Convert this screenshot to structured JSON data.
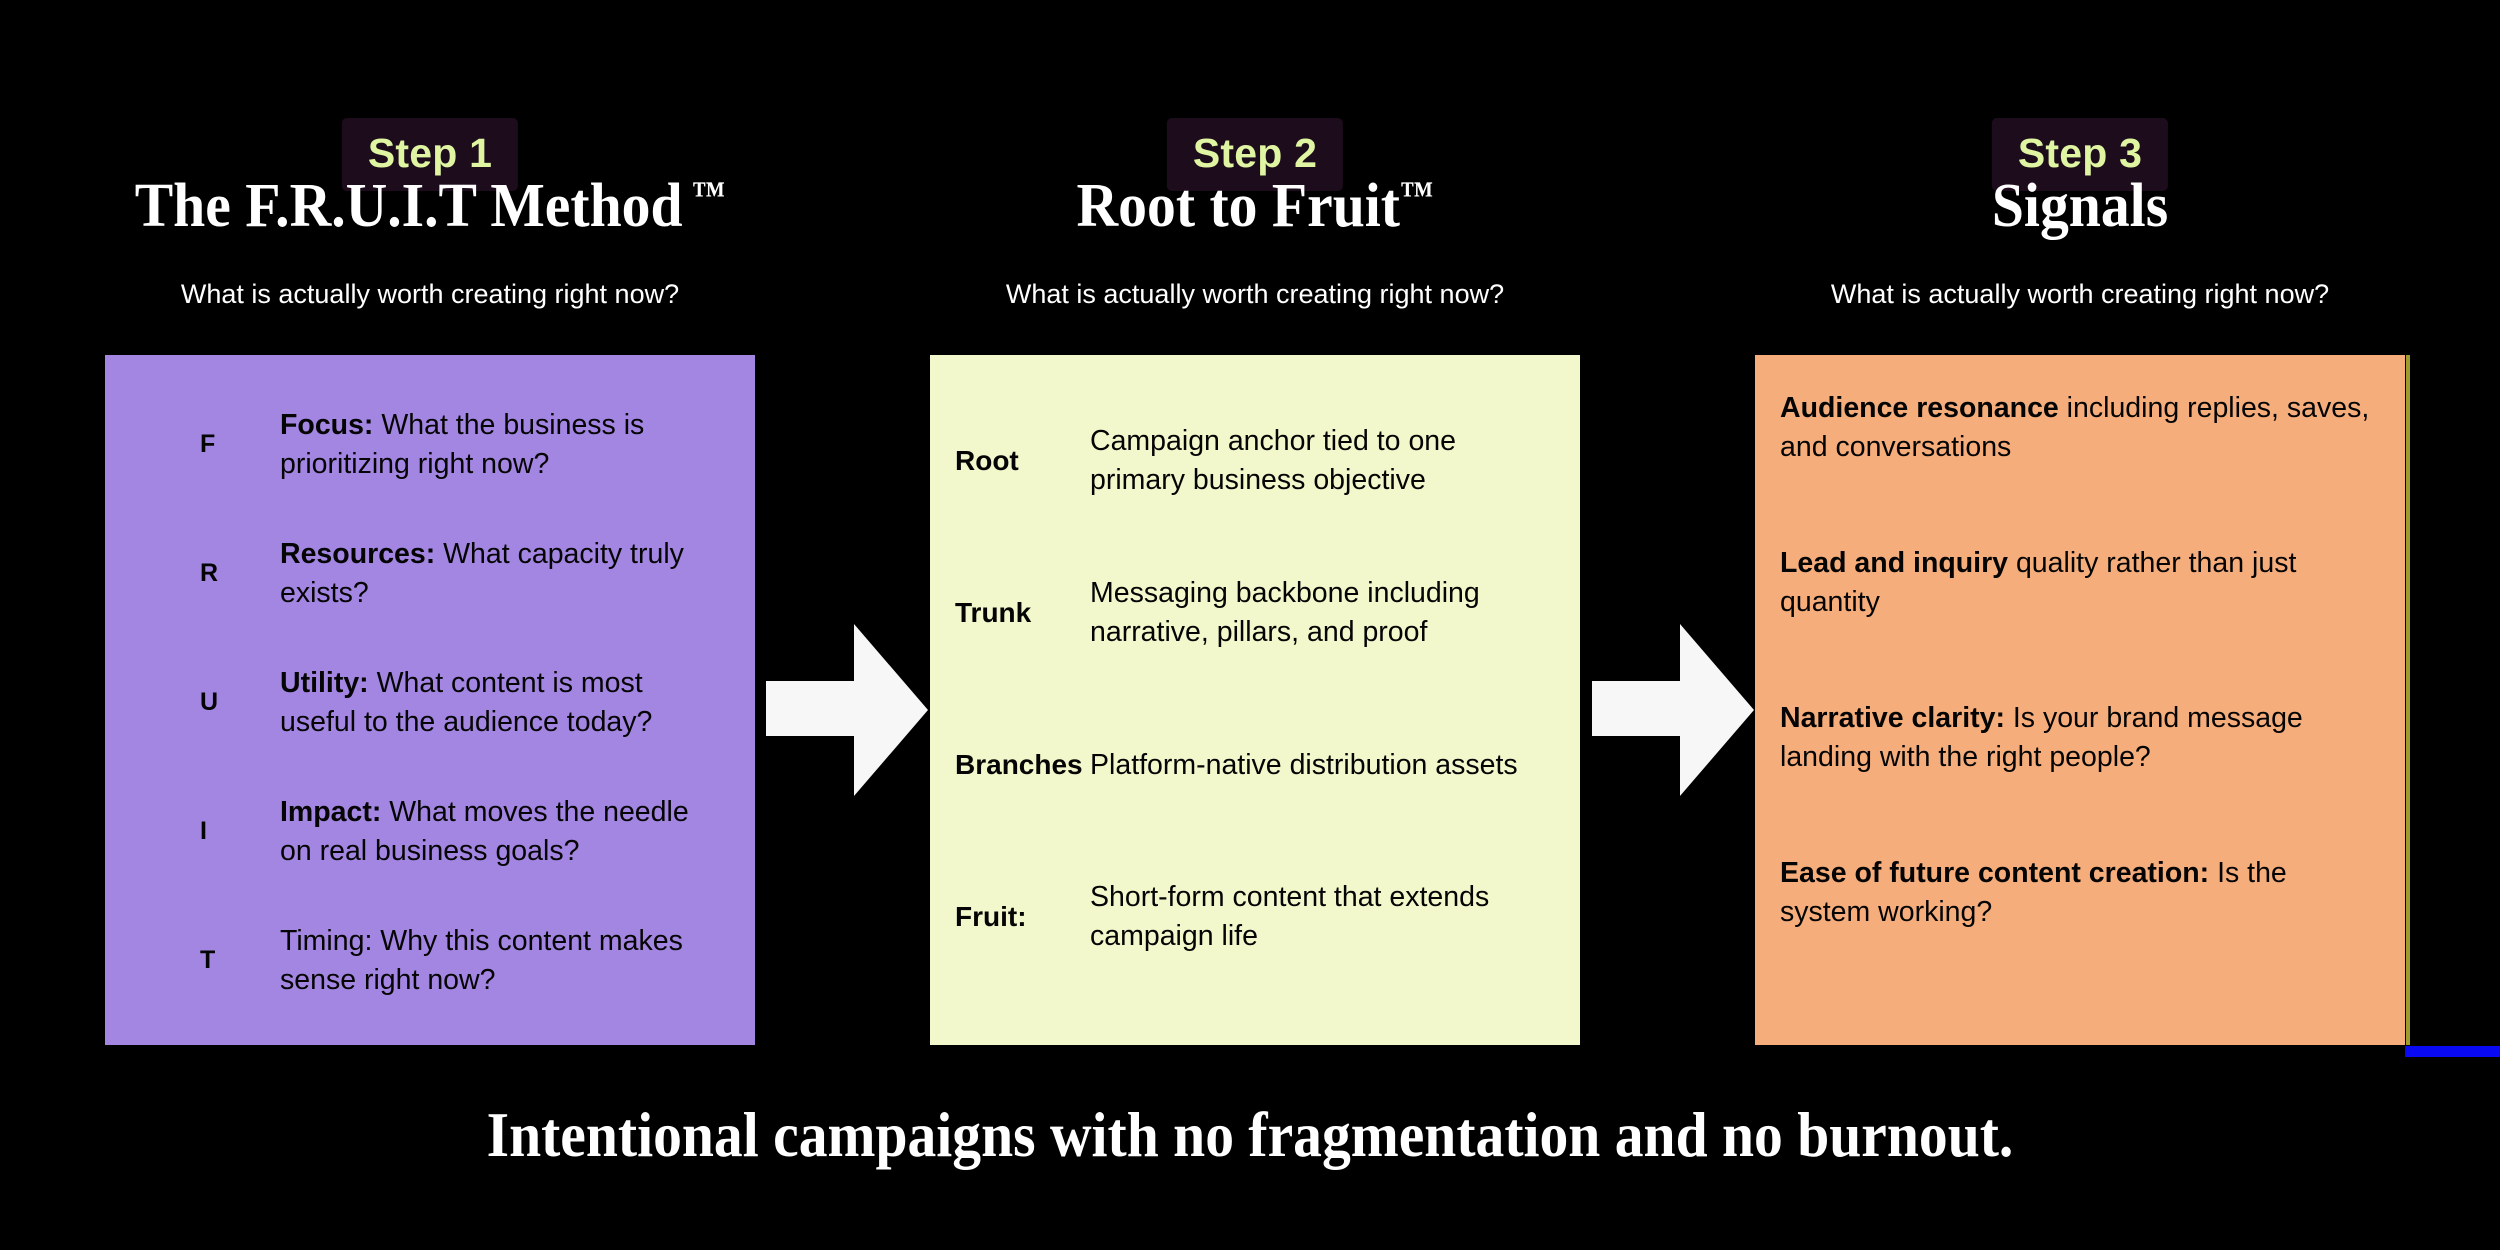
{
  "theme": {
    "background": "#000000",
    "badge_bg": "#1d0d1c",
    "badge_text": "#dff5a1",
    "heading_text": "#ffffff",
    "panel_purple": "#a385e2",
    "panel_cream": "#f2f8cb",
    "panel_orange": "#f6ad7c",
    "body_text": "#050505",
    "accent_blue": "#0a09f4"
  },
  "columns": [
    {
      "badge": "Step 1",
      "heading": "The F.R.U.I.T Method",
      "heading_tm": "™",
      "subtitle": "What is actually worth creating right now?",
      "panel_color": "#a385e2",
      "items": [
        {
          "key": "F",
          "bold_label": "Focus:",
          "text": " What the business is prioritizing right now?"
        },
        {
          "key": "R",
          "bold_label": "Resources:",
          "text": " What capacity truly exists?"
        },
        {
          "key": "U",
          "bold_label": "Utility:",
          "text": " What content is most useful to the audience today?"
        },
        {
          "key": "I",
          "bold_label": "Impact:",
          "text": " What moves the needle on real business goals?"
        },
        {
          "key": "T",
          "bold_label": "",
          "text": "Timing: Why this content makes sense right now?"
        }
      ]
    },
    {
      "badge": "Step 2",
      "heading": "Root to Fruit",
      "heading_tm": "™",
      "subtitle": "What is actually worth creating right now?",
      "panel_color": "#f2f8cb",
      "items": [
        {
          "key": "Root",
          "bold_label": "",
          "text": "Campaign anchor tied to one primary business objective"
        },
        {
          "key": "Trunk",
          "bold_label": "",
          "text": "Messaging backbone including narrative, pillars, and proof"
        },
        {
          "key": "Branches",
          "bold_label": "",
          "text": "Platform-native distribution assets"
        },
        {
          "key": "Fruit:",
          "bold_label": "",
          "text": "Short-form content that extends campaign life"
        }
      ]
    },
    {
      "badge": "Step 3",
      "heading": "Signals",
      "heading_tm": "",
      "subtitle": "What is actually worth creating right now?",
      "panel_color": "#f6ad7c",
      "items": [
        {
          "key": "",
          "bold_label": "Audience resonance",
          "text": " including replies, saves, and conversations"
        },
        {
          "key": "",
          "bold_label": "Lead and inquiry",
          "text": " quality rather than just quantity"
        },
        {
          "key": "",
          "bold_label": "Narrative clarity:",
          "text": " Is your brand message landing with the right people?"
        },
        {
          "key": "",
          "bold_label": "Ease of future content creation:",
          "text": " Is the system working?"
        }
      ]
    }
  ],
  "arrows": [
    {
      "name": "arrow-step1-to-step2"
    },
    {
      "name": "arrow-step2-to-step3"
    }
  ],
  "tagline": "Intentional campaigns with no fragmentation and no burnout."
}
